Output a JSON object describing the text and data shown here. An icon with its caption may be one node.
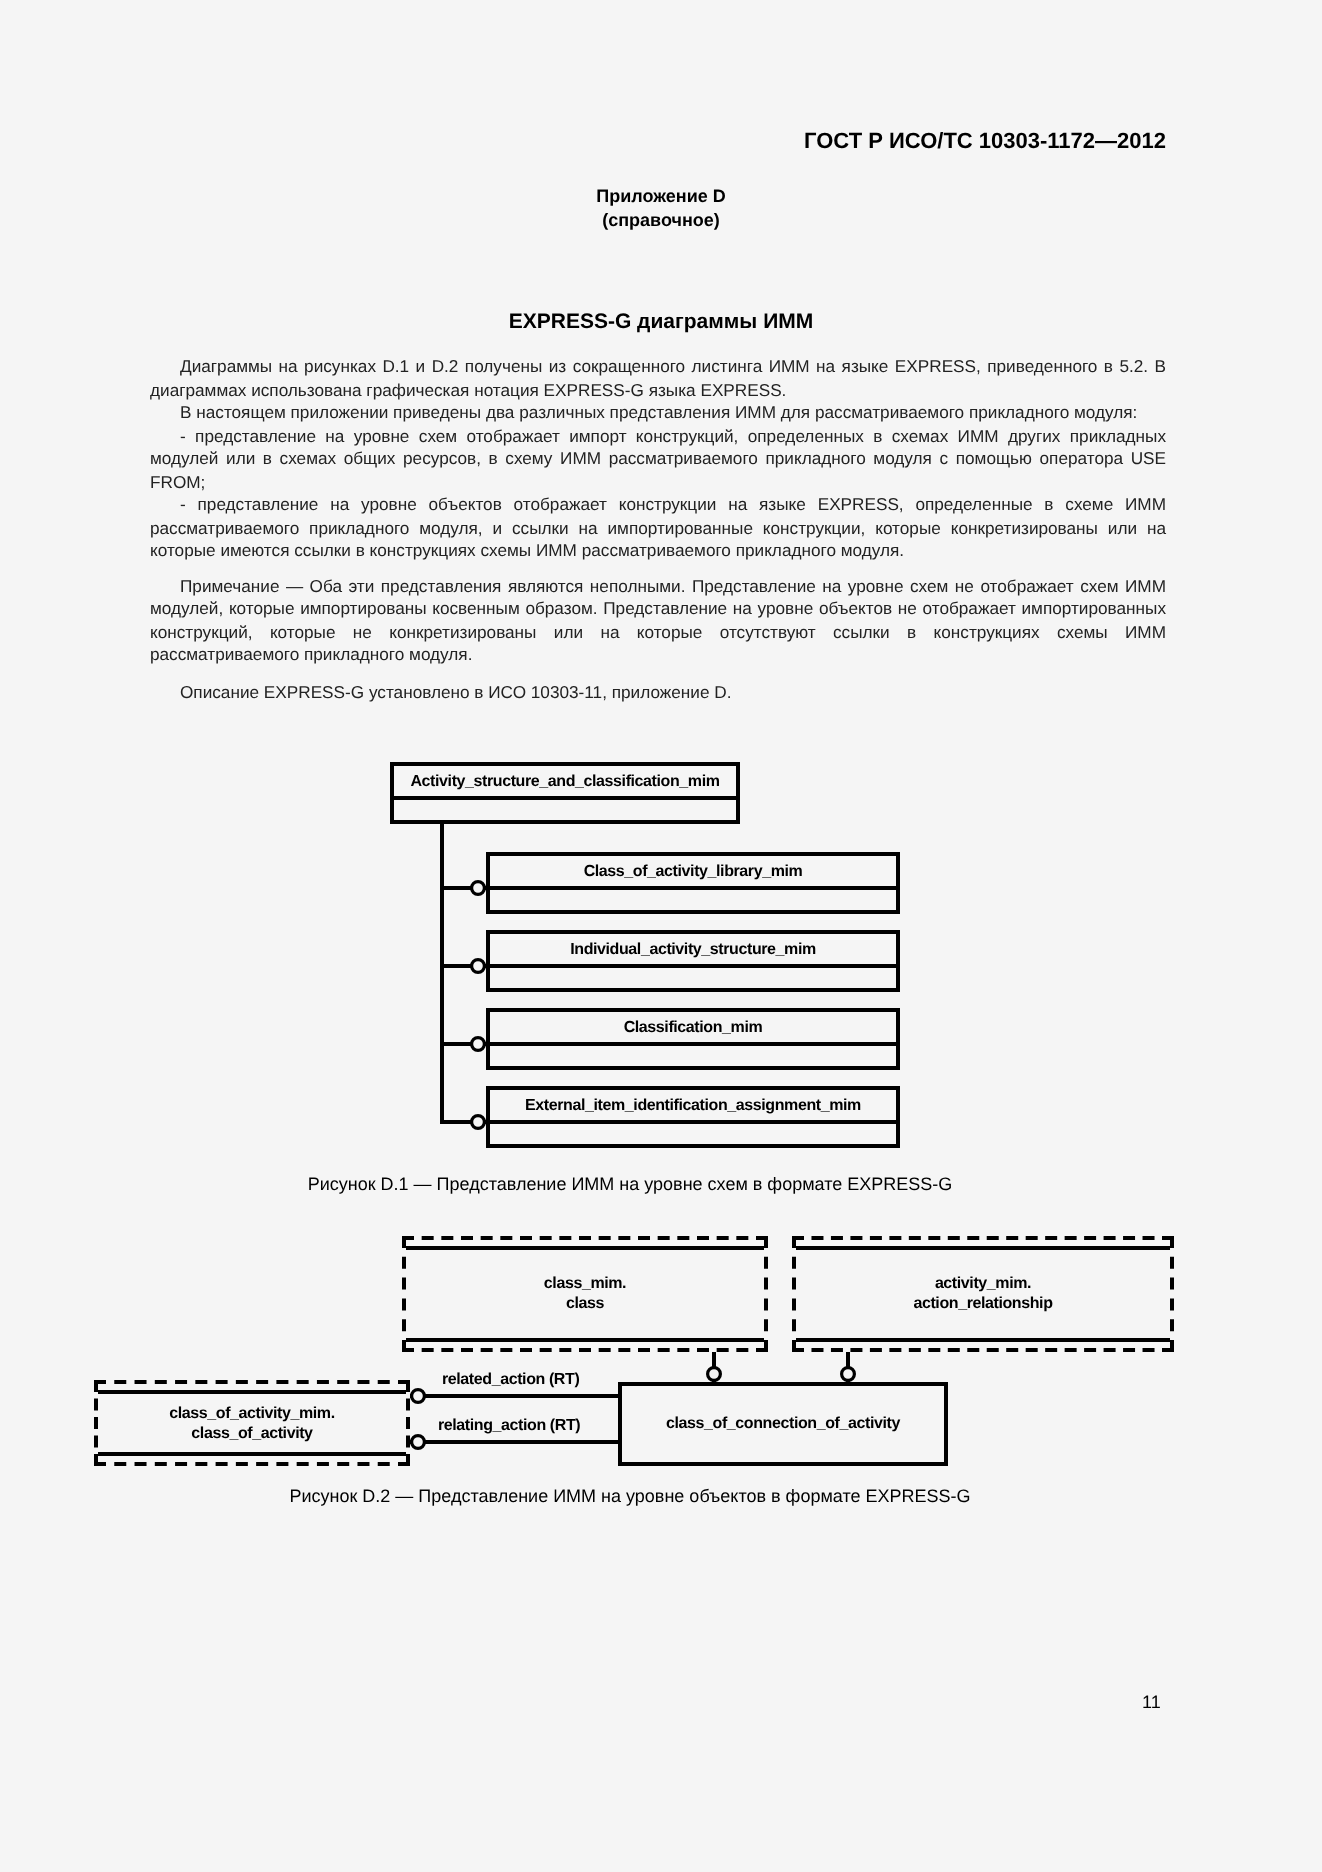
{
  "diagram": {
    "title": "EXPRESS-G диаграммы ИММ",
    "nodes": [
      {
        "text": [
          "Activity_structure_and_classification_mim"
        ]
      },
      {
        "text": [
          "Class_of_activity_library_mim"
        ]
      },
      {
        "text": [
          "Individual_activity_structure_mim"
        ]
      },
      {
        "text": [
          "Classification_mim"
        ]
      },
      {
        "text": [
          "External_item_identification_assignment_mim"
        ]
      },
      {
        "text": [
          "class_mim. class"
        ]
      },
      {
        "text": [
          "activity_mim. action_relationship"
        ]
      },
      {
        "text": [
          "class_of_activity_mim. class_of_activity"
        ]
      },
      {
        "text": [
          "class_of_connection_of_activity"
        ]
      }
    ],
    "edges": [
      {
        "from": 0,
        "to": 1,
        "arrow": "other"
      },
      {
        "from": 0,
        "to": 2,
        "arrow": "other"
      },
      {
        "from": 0,
        "to": 3,
        "arrow": "other"
      },
      {
        "from": 0,
        "to": 4,
        "arrow": "other"
      },
      {
        "from": 5,
        "to": 8,
        "arrow": "other"
      },
      {
        "from": 6,
        "to": 8,
        "arrow": "other"
      },
      {
        "from": 8,
        "to": 7,
        "arrow": "other",
        "label": "related_action (RT)"
      },
      {
        "from": 8,
        "to": 7,
        "arrow": "other",
        "label": "relating_action (RT)"
      }
    ],
    "labels": [
      "ГОСТ Р ИСО/ТС 10303-1172—2012",
      "Приложение D",
      "(справочное)",
      "Диаграммы на рисунках D.1 и D.2 получены из сокращенного листинга ИММ на языке EXPRESS, приведенного в 5.2. В диаграммах использована графическая нотация EXPRESS-G языка EXPRESS.",
      "В настоящем приложении приведены два различных представления ИММ для рассматриваемого прикладного модуля:",
      "- представление на уровне схем отображает импорт конструкций, определенных в схемах ИММ других прикладных модулей или в схемах общих ресурсов, в схему ИММ рассматриваемого прикладного модуля с помощью оператора USE FROM;",
      "- представление на уровне объектов отображает конструкции на языке EXPRESS, определенные в схеме ИММ рассматриваемого прикладного модуля, и ссылки на импортированные конструкции, которые конкретизированы или на которые имеются ссылки в конструкциях схемы ИММ рассматриваемого прикладного модуля.",
      "Примечание — Оба эти представления являются неполными. Представление на уровне схем не отображает схем ИММ модулей, которые импортированы косвенным образом. Представление на уровне объектов не отображает импортированных конструкций, которые не конкретизированы или на которые отсутствуют ссылки в конструкциях схемы ИММ рассматриваемого прикладного модуля.",
      "Описание EXPRESS-G установлено в ИСО 10303-11, приложение D.",
      "Рисунок D.1 — Представление ИММ на уровне схем в формате EXPRESS-G",
      "Рисунок D.2 — Представление ИММ на уровне объектов в формате EXPRESS-G",
      "11"
    ]
  }
}
